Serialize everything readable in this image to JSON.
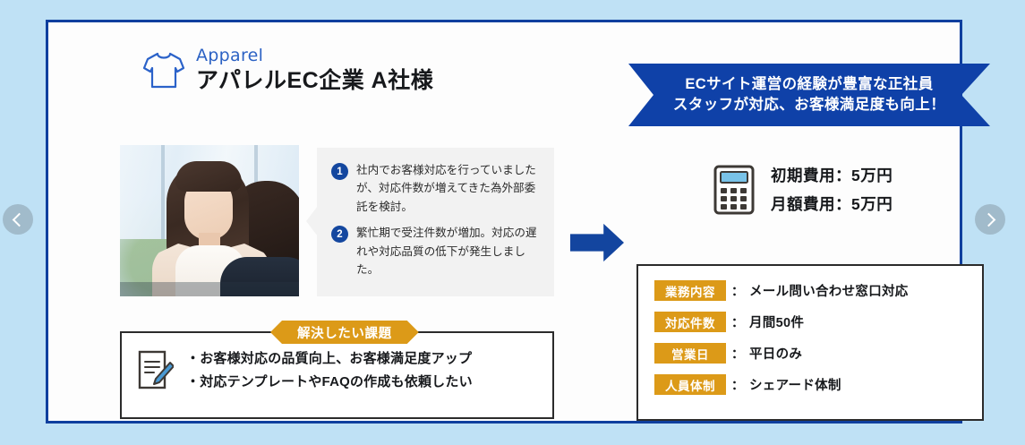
{
  "carousel": {
    "prev_label": "‹",
    "next_label": "›"
  },
  "header": {
    "eyebrow": "Apparel",
    "title": "アパレルEC企業  A社様",
    "tshirt_icon": "tshirt-icon"
  },
  "banner": {
    "line1": "ECサイト運営の経験が豊富な正社員",
    "line2": "スタッフが対応、お客様満足度も向上！",
    "color": "#0f41a8"
  },
  "situation": {
    "items": [
      {
        "num": "1",
        "text": "社内でお客様対応を行っていましたが、対応件数が増えてきた為外部委託を検討。"
      },
      {
        "num": "2",
        "text": "繁忙期で受注件数が増加。対応の遅れや対応品質の低下が発生しました。"
      }
    ]
  },
  "cost": {
    "icon": "calculator-icon",
    "lines": [
      "初期費用：5万円",
      "月額費用：5万円"
    ]
  },
  "issue": {
    "tag": "解決したい課題",
    "icon": "document-pencil-icon",
    "lines": [
      "・お客様対応の品質向上、お客様満足度アップ",
      "・対応テンプレートやFAQの作成も依頼したい"
    ],
    "tag_color": "#dc9a18"
  },
  "spec": {
    "colon": "：",
    "rows": [
      {
        "label": "業務内容",
        "value": "メール問い合わせ窓口対応"
      },
      {
        "label": "対応件数",
        "value": "月間50件"
      },
      {
        "label": "営業日",
        "value": "平日のみ"
      },
      {
        "label": "人員体制",
        "value": "シェアード体制"
      }
    ]
  }
}
